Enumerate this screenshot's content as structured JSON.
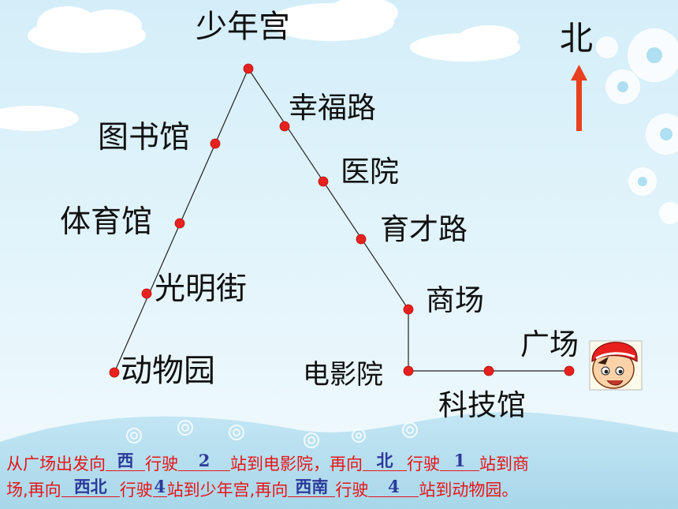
{
  "compass": {
    "north_label": "北"
  },
  "stops": {
    "shaoniangong": "少年宫",
    "xingfulu": "幸福路",
    "tushuguan": "图书馆",
    "yiyuan": "医院",
    "tiyuguan": "体育馆",
    "yucailu": "育才路",
    "guangmingjie": "光明街",
    "shangchang": "商场",
    "guangchang": "广场",
    "dongwuyuan": "动物园",
    "dianyingyuan": "电影院",
    "kejiguan": "科技馆"
  },
  "sentence": {
    "line1": {
      "t1": "从广场出发向",
      "a1": "西",
      "t2": "行驶",
      "a2": "2",
      "t3": "站到电影院，再向",
      "a3": "北",
      "t4": "行驶",
      "a4": "1",
      "t5": "站到商"
    },
    "line2": {
      "t1": "场,再向",
      "a1": "西北",
      "t2": "行驶",
      "a2": "4",
      "t3": "站到少年宫,再向",
      "a3": "西南",
      "t4": "行驶",
      "a4": "4",
      "t5": "站到动物园。"
    }
  },
  "colors": {
    "route_dot": "#e8211f",
    "text_red": "#e5151a",
    "answer_blue": "#2b3a9a",
    "arrow": "#e8401f",
    "sky": "#dff2fb"
  }
}
